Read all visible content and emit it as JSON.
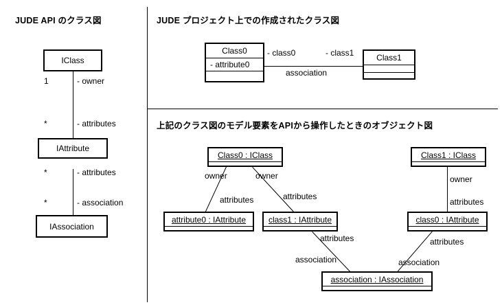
{
  "sections": {
    "api_class_diagram": {
      "title": "JUDE API のクラス図",
      "classes": [
        {
          "name": "IClass"
        },
        {
          "name": "IAttribute"
        },
        {
          "name": "IAssociation"
        }
      ],
      "associations": [
        {
          "multiplicity": "1",
          "role": "- owner"
        },
        {
          "multiplicity": "*",
          "role": "- attributes"
        },
        {
          "multiplicity": "*",
          "role": "- attributes"
        },
        {
          "multiplicity": "*",
          "role": "- association"
        }
      ]
    },
    "project_class_diagram": {
      "title": "JUDE プロジェクト上での作成されたクラス図",
      "classes": [
        {
          "name": "Class0",
          "attributes": "- attribute0",
          "operations": ""
        },
        {
          "name": "Class1",
          "attributes": "",
          "operations": ""
        }
      ],
      "association": {
        "name": "association",
        "role_left": "- class0",
        "role_right": "- class1"
      }
    },
    "object_diagram": {
      "title": "上記のクラス図のモデル要素をAPIから操作したときのオブジェクト図",
      "objects": [
        {
          "name": "Class0 : IClass"
        },
        {
          "name": "Class1 : IClass"
        },
        {
          "name": "attribute0 : IAttribute"
        },
        {
          "name": "class1 : IAttribute"
        },
        {
          "name": "class0 : IAttribute"
        },
        {
          "name": "association : IAssociation"
        }
      ],
      "links": [
        {
          "label": "owner"
        },
        {
          "label": "attributes"
        },
        {
          "label": "owner"
        },
        {
          "label": "attributes"
        },
        {
          "label": "owner"
        },
        {
          "label": "attributes"
        },
        {
          "label": "attributes"
        },
        {
          "label": "association"
        },
        {
          "label": "attributes"
        },
        {
          "label": "association"
        }
      ]
    }
  },
  "colors": {
    "stroke": "#000000",
    "background": "#ffffff"
  }
}
